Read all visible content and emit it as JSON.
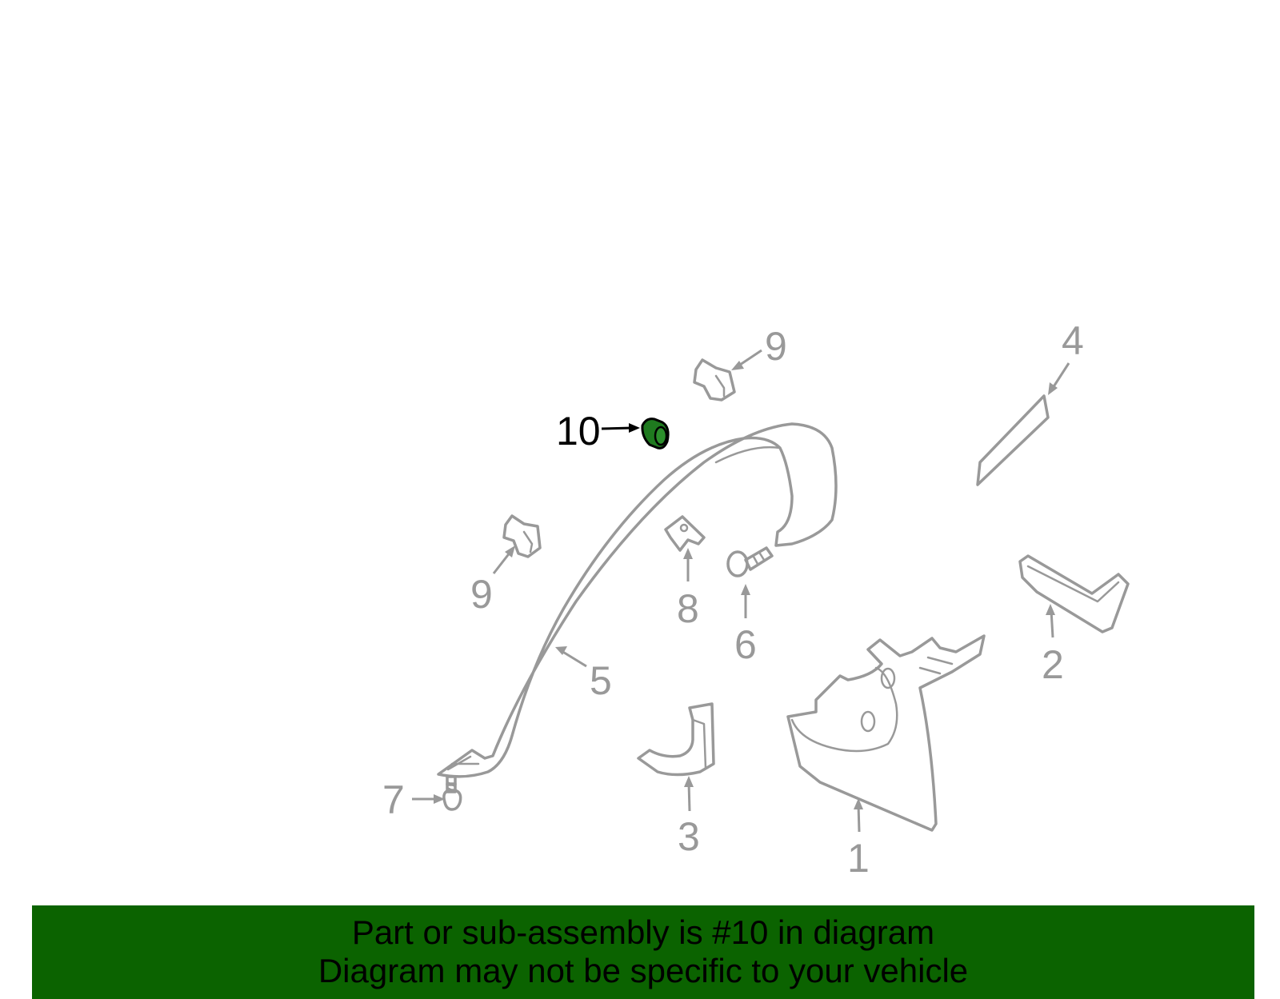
{
  "callouts": {
    "c1": "1",
    "c2": "2",
    "c3": "3",
    "c4": "4",
    "c5": "5",
    "c6": "6",
    "c7": "7",
    "c8": "8",
    "c9a": "9",
    "c9b": "9",
    "c10": "10"
  },
  "highlighted_part": "10",
  "colors": {
    "line_art": "#999999",
    "highlight_fill": "#1f7a1f",
    "banner_bg": "#0b6300",
    "banner_text": "#000000"
  },
  "banner": {
    "line1": "Part or sub-assembly is #10 in diagram",
    "line2": "Diagram may not be specific to your vehicle"
  }
}
